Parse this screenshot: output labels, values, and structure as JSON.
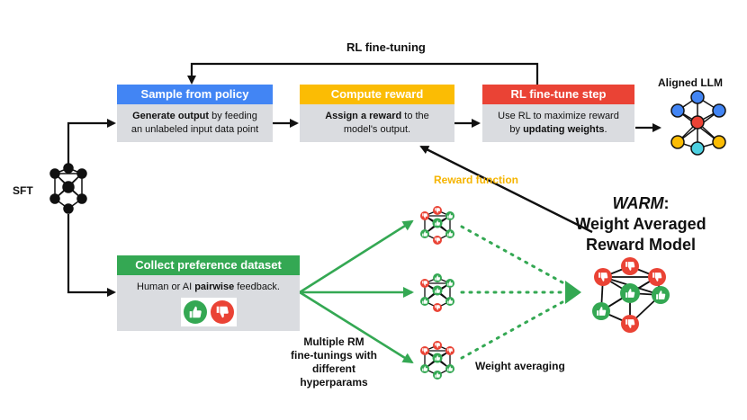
{
  "loop_label": "RL fine-tuning",
  "sft_label": "SFT",
  "aligned_label": "Aligned LLM",
  "reward_function_label": "Reward function",
  "warm_title_italic": "WARM",
  "warm_title_colon": ":",
  "warm_subtitle_1": "Weight Averaged",
  "warm_subtitle_2": "Reward Model",
  "multiple_rm_lines": [
    "Multiple RM",
    "fine-tunings with",
    "different",
    "hyperparams"
  ],
  "weight_averaging_label": "Weight averaging",
  "boxes": {
    "sample": {
      "title": "Sample from policy",
      "bold": "Generate output",
      "text_a": " by feeding",
      "text_b": "an unlabeled input data point",
      "color": "#4285f4"
    },
    "compute": {
      "title": "Compute reward",
      "bold": "Assign a reward",
      "text_a": " to the",
      "text_b": "model's output.",
      "color": "#fbbc04"
    },
    "finetune": {
      "title": "RL fine-tune step",
      "text_a": "Use RL to maximize reward",
      "text_b": "by ",
      "bold": "updating weights",
      "text_c": ".",
      "color": "#ea4335"
    },
    "collect": {
      "title": "Collect preference dataset",
      "text_a": "Human or AI ",
      "bold": "pairwise",
      "text_b": " feedback.",
      "color": "#34a853"
    }
  },
  "colors": {
    "google_blue": "#4285f4",
    "google_yellow": "#fbbc04",
    "google_red": "#ea4335",
    "google_green": "#34a853",
    "box_gray": "#dadce0",
    "cyan": "#4dd0e1",
    "reward_label": "#f5b400"
  },
  "icons": [
    "thumbs-up-icon",
    "thumbs-down-icon",
    "neural-network-icon"
  ]
}
